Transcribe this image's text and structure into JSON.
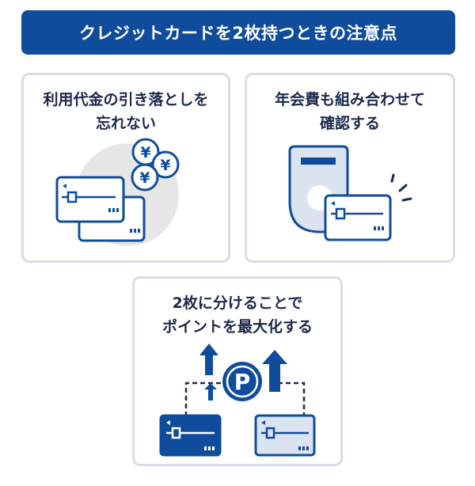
{
  "header": {
    "title": "クレジットカードを2枚持つときの注意点"
  },
  "cards": [
    {
      "title_lines": [
        "利用代金の引き落としを",
        "忘れない"
      ],
      "illustration": "cards-and-yen-coins"
    },
    {
      "title_lines": [
        "年会費も組み合わせて",
        "確認する"
      ],
      "illustration": "card-payment-terminal"
    },
    {
      "title_lines": [
        "2枚に分けることで",
        "ポイントを最大化する"
      ],
      "illustration": "two-cards-points-up"
    }
  ],
  "symbols": {
    "yen": "¥",
    "point": "P"
  },
  "colors": {
    "navy": "#0f4c9c",
    "light_blue": "#dbe3f1",
    "card_border": "#d7dde8",
    "text": "#1d2a4d",
    "gray_circle": "#e6e6e6"
  }
}
